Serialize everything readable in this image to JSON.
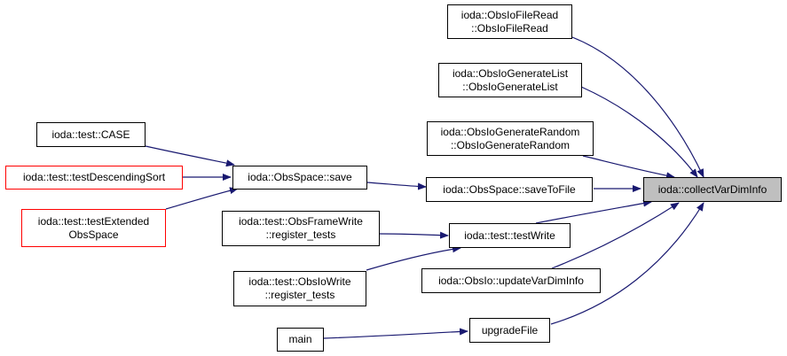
{
  "colors": {
    "edge": "#191970",
    "node_border": "#000000",
    "incomplete_border": "#ff0000",
    "focus_fill": "#bfbfbf"
  },
  "nodes": {
    "collect": {
      "lines": [
        "ioda::collectVarDimInfo"
      ]
    },
    "fileread": {
      "lines": [
        "ioda::ObsIoFileRead",
        "::ObsIoFileRead"
      ]
    },
    "genlist": {
      "lines": [
        "ioda::ObsIoGenerateList",
        "::ObsIoGenerateList"
      ]
    },
    "genrandom": {
      "lines": [
        "ioda::ObsIoGenerateRandom",
        "::ObsIoGenerateRandom"
      ]
    },
    "savetofile": {
      "lines": [
        "ioda::ObsSpace::saveToFile"
      ]
    },
    "testwrite": {
      "lines": [
        "ioda::test::testWrite"
      ]
    },
    "updatevardim": {
      "lines": [
        "ioda::ObsIo::updateVarDimInfo"
      ]
    },
    "upgradefile": {
      "lines": [
        "upgradeFile"
      ]
    },
    "save": {
      "lines": [
        "ioda::ObsSpace::save"
      ]
    },
    "case": {
      "lines": [
        "ioda::test::CASE"
      ]
    },
    "descsort": {
      "lines": [
        "ioda::test::testDescendingSort"
      ]
    },
    "extended": {
      "lines": [
        "ioda::test::testExtended",
        "ObsSpace"
      ]
    },
    "framewrite": {
      "lines": [
        "ioda::test::ObsFrameWrite",
        "::register_tests"
      ]
    },
    "iowrite": {
      "lines": [
        "ioda::test::ObsIoWrite",
        "::register_tests"
      ]
    },
    "main": {
      "lines": [
        "main"
      ]
    }
  }
}
